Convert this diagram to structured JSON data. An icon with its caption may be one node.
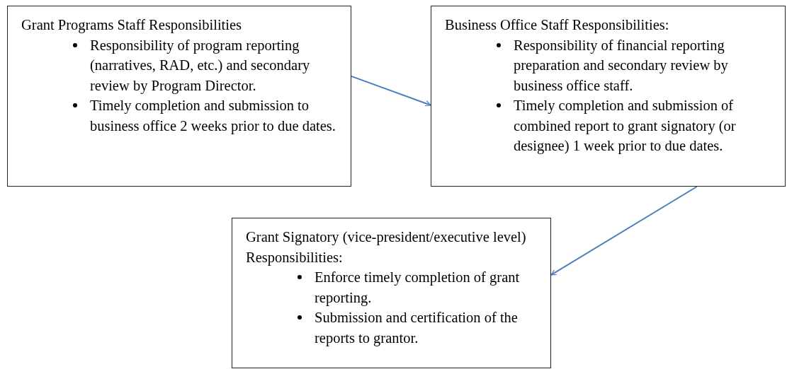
{
  "diagram": {
    "nodes": [
      {
        "text": [
          "Grant Programs Staff Responsibilities",
          "Responsibility of program reporting (narratives, RAD, etc.) and secondary review by Program Director.",
          "Timely completion and submission to business office 2 weeks prior to due dates."
        ]
      },
      {
        "text": [
          "Business Office Staff Responsibilities:",
          "Responsibility of financial reporting preparation and secondary review by business office staff.",
          "Timely completion and submission of combined report to grant signatory (or designee) 1 week prior to due dates."
        ]
      },
      {
        "text": [
          "Grant Signatory (vice-president/executive level) Responsibilities:",
          "Enforce timely completion of grant reporting.",
          "Submission and certification of the reports to grantor."
        ]
      }
    ],
    "edges": [
      {
        "from": 0,
        "to": 1,
        "arrow": "to"
      },
      {
        "from": 1,
        "to": 2,
        "arrow": "to"
      }
    ]
  }
}
